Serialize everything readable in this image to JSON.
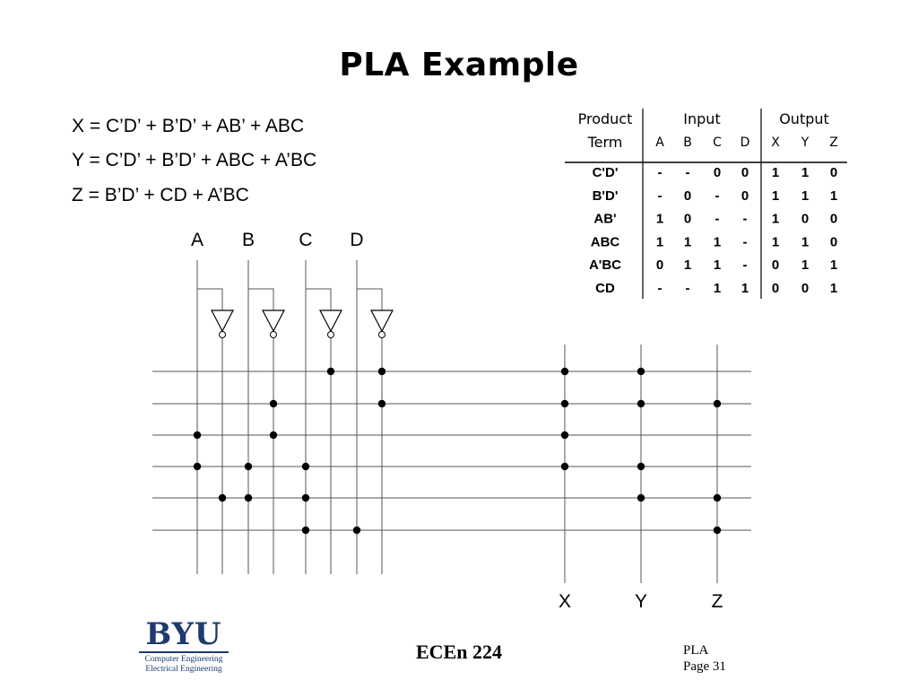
{
  "slide": {
    "title": "PLA Example",
    "equations": [
      "X = C’D’ + B’D’ + AB’ + ABC",
      "Y = C’D’ + B’D’ + ABC + A’BC",
      "Z = B’D’ + CD + A’BC"
    ],
    "inputs": [
      "A",
      "B",
      "C",
      "D"
    ],
    "outputs": [
      "X",
      "Y",
      "Z"
    ]
  },
  "table": {
    "header_product": "Product",
    "header_term": "Term",
    "header_input": "Input",
    "header_output": "Output",
    "input_cols": [
      "A",
      "B",
      "C",
      "D"
    ],
    "output_cols": [
      "X",
      "Y",
      "Z"
    ],
    "rows": [
      {
        "term": "C'D'",
        "inputs": [
          "-",
          "-",
          "0",
          "0"
        ],
        "outputs": [
          "1",
          "1",
          "0"
        ]
      },
      {
        "term": "B'D'",
        "inputs": [
          "-",
          "0",
          "-",
          "0"
        ],
        "outputs": [
          "1",
          "1",
          "1"
        ]
      },
      {
        "term": "AB'",
        "inputs": [
          "1",
          "0",
          "-",
          "-"
        ],
        "outputs": [
          "1",
          "0",
          "0"
        ]
      },
      {
        "term": "ABC",
        "inputs": [
          "1",
          "1",
          "1",
          "-"
        ],
        "outputs": [
          "1",
          "1",
          "0"
        ]
      },
      {
        "term": "A'BC",
        "inputs": [
          "0",
          "1",
          "1",
          "-"
        ],
        "outputs": [
          "0",
          "1",
          "1"
        ]
      },
      {
        "term": "CD",
        "inputs": [
          "-",
          "-",
          "1",
          "1"
        ],
        "outputs": [
          "0",
          "0",
          "1"
        ]
      }
    ]
  },
  "footer": {
    "logo_word": "BYU",
    "logo_line1": "Computer Engineering",
    "logo_line2": "Electrical Engineering",
    "course": "ECEn 224",
    "topic": "PLA",
    "page": "Page 31"
  },
  "colors": {
    "logo": "#1f3a6e",
    "ink": "#000000",
    "wire": "#555555"
  }
}
